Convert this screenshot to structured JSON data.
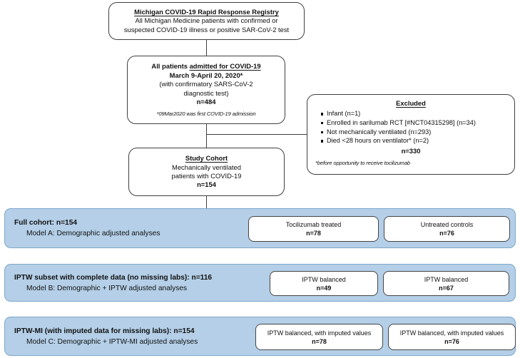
{
  "figure": {
    "type": "flowchart",
    "subject": "CONSORT-style patient selection flow diagram",
    "colors": {
      "band_fill": "#b4cfe7",
      "band_border": "#7ea7cc",
      "node_border": "#3f3f3f",
      "connector": "#3f3f3f",
      "text": "#111111",
      "background": "#ffffff"
    }
  },
  "nodes": {
    "registry": {
      "title": "Michigan COVID-19 Rapid Response Registry",
      "line1": "All Michigan Medicine patients with confirmed or",
      "line2": "suspected COVID-19 illness or positive SAR-CoV-2 test"
    },
    "admitted": {
      "title_prefix": "All patients ",
      "title_underlined": "admitted for COVID-19",
      "line1": "March 9-April 20, 2020*",
      "line2": "(with confirmatory SARS-CoV-2",
      "line3": "diagnostic test)",
      "count": "n=484",
      "footnote": "*09Mar2020 was first COVID-19 admission"
    },
    "excluded": {
      "title": "Excluded",
      "items": [
        "Infant (n=1)",
        "Enrolled in sarilumab RCT [#NCT04315298] (n=34)",
        "Not mechanically ventilated (n=293)",
        "Died <28 hours on ventilator* (n=2)"
      ],
      "total": "n=330",
      "footnote": "*before opportunity to receive tocilizumab"
    },
    "cohort": {
      "title": "Study Cohort",
      "line1": "Mechanically ventilated",
      "line2": "patients with COVID-19",
      "count": "n=154"
    }
  },
  "bands": [
    {
      "id": "model-a",
      "label_main": "Full cohort:  n=154",
      "label_sub": "Model A:  Demographic adjusted analyses",
      "arms": [
        {
          "label": "Tocilizumab treated",
          "count": "n=78"
        },
        {
          "label": "Untreated controls",
          "count": "n=76"
        }
      ]
    },
    {
      "id": "model-b",
      "label_main": "IPTW subset with complete data (no missing labs):  n=116",
      "label_sub": "Model B:  Demographic + IPTW adjusted analyses",
      "arms": [
        {
          "label": "IPTW balanced",
          "count": "n=49"
        },
        {
          "label": "IPTW balanced",
          "count": "n=67"
        }
      ]
    },
    {
      "id": "model-c",
      "label_main": "IPTW-MI (with imputed data for missing labs):  n=154",
      "label_sub": "Model C:  Demographic + IPTW-MI adjusted analyses",
      "arms": [
        {
          "label": "IPTW balanced, with imputed values",
          "count": "n=78"
        },
        {
          "label": "IPTW balanced, with imputed values",
          "count": "n=76"
        }
      ]
    }
  ]
}
